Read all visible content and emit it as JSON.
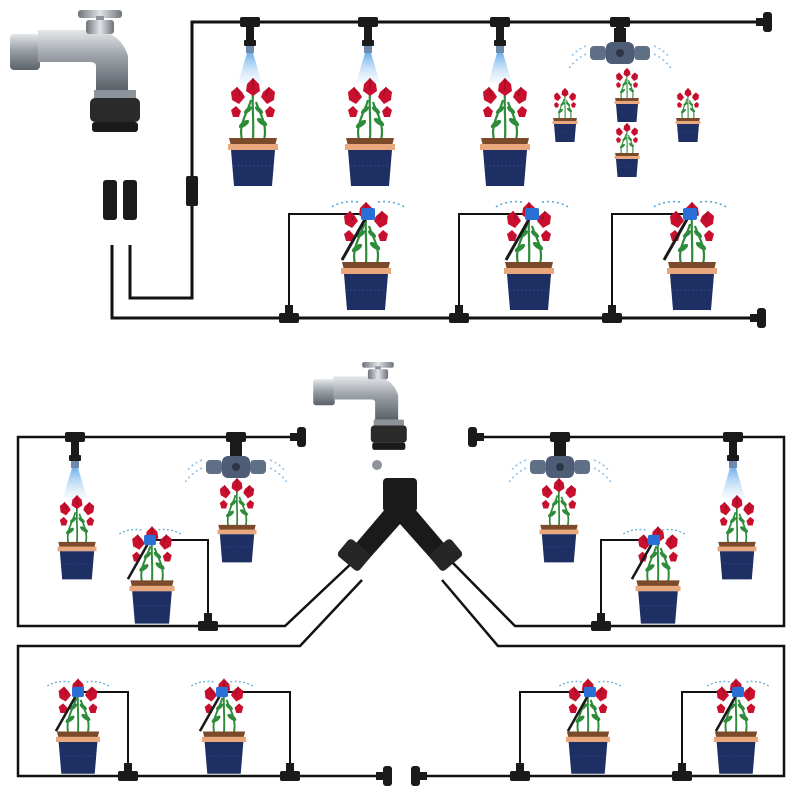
{
  "colors": {
    "background": "#ffffff",
    "tubing": "#111111",
    "faucet_steel": "#a9aeb3",
    "faucet_dark": "#2a2a2a",
    "pot_blue": "#1e2f63",
    "soil": "#7a4a2a",
    "flower_red": "#c8102e",
    "leaf_green": "#2e8b3a",
    "spray_blue": "#8fc3ee",
    "sprinkler_grey": "#5f6f86",
    "nozzle_blue": "#2a6fd6",
    "drip_dots": "#5aa6d8"
  },
  "top_system": {
    "faucet": {
      "icon": "faucet-icon"
    },
    "upper_line": {
      "misters": [
        {
          "type": "mist-nozzle",
          "icon": "mist-nozzle-icon"
        },
        {
          "type": "mist-nozzle",
          "icon": "mist-nozzle-icon"
        },
        {
          "type": "mist-nozzle",
          "icon": "mist-nozzle-icon"
        },
        {
          "type": "four-way-sprinkler",
          "icon": "four-way-sprinkler-icon"
        }
      ],
      "end": "end-plug-icon"
    },
    "lower_line": {
      "drippers": [
        {
          "type": "drip-arrow",
          "icon": "drip-arrow-icon"
        },
        {
          "type": "drip-arrow",
          "icon": "drip-arrow-icon"
        },
        {
          "type": "drip-arrow",
          "icon": "drip-arrow-icon"
        }
      ],
      "end": "end-plug-icon"
    }
  },
  "bottom_system": {
    "faucet": {
      "icon": "faucet-icon"
    },
    "splitter": {
      "icon": "y-splitter-icon"
    },
    "left_branch": {
      "emitters": [
        "mist-nozzle",
        "four-way-sprinkler",
        "drip-arrow",
        "drip-arrow",
        "drip-arrow"
      ]
    },
    "right_branch": {
      "emitters": [
        "four-way-sprinkler",
        "mist-nozzle",
        "drip-arrow",
        "drip-arrow",
        "drip-arrow"
      ]
    }
  }
}
